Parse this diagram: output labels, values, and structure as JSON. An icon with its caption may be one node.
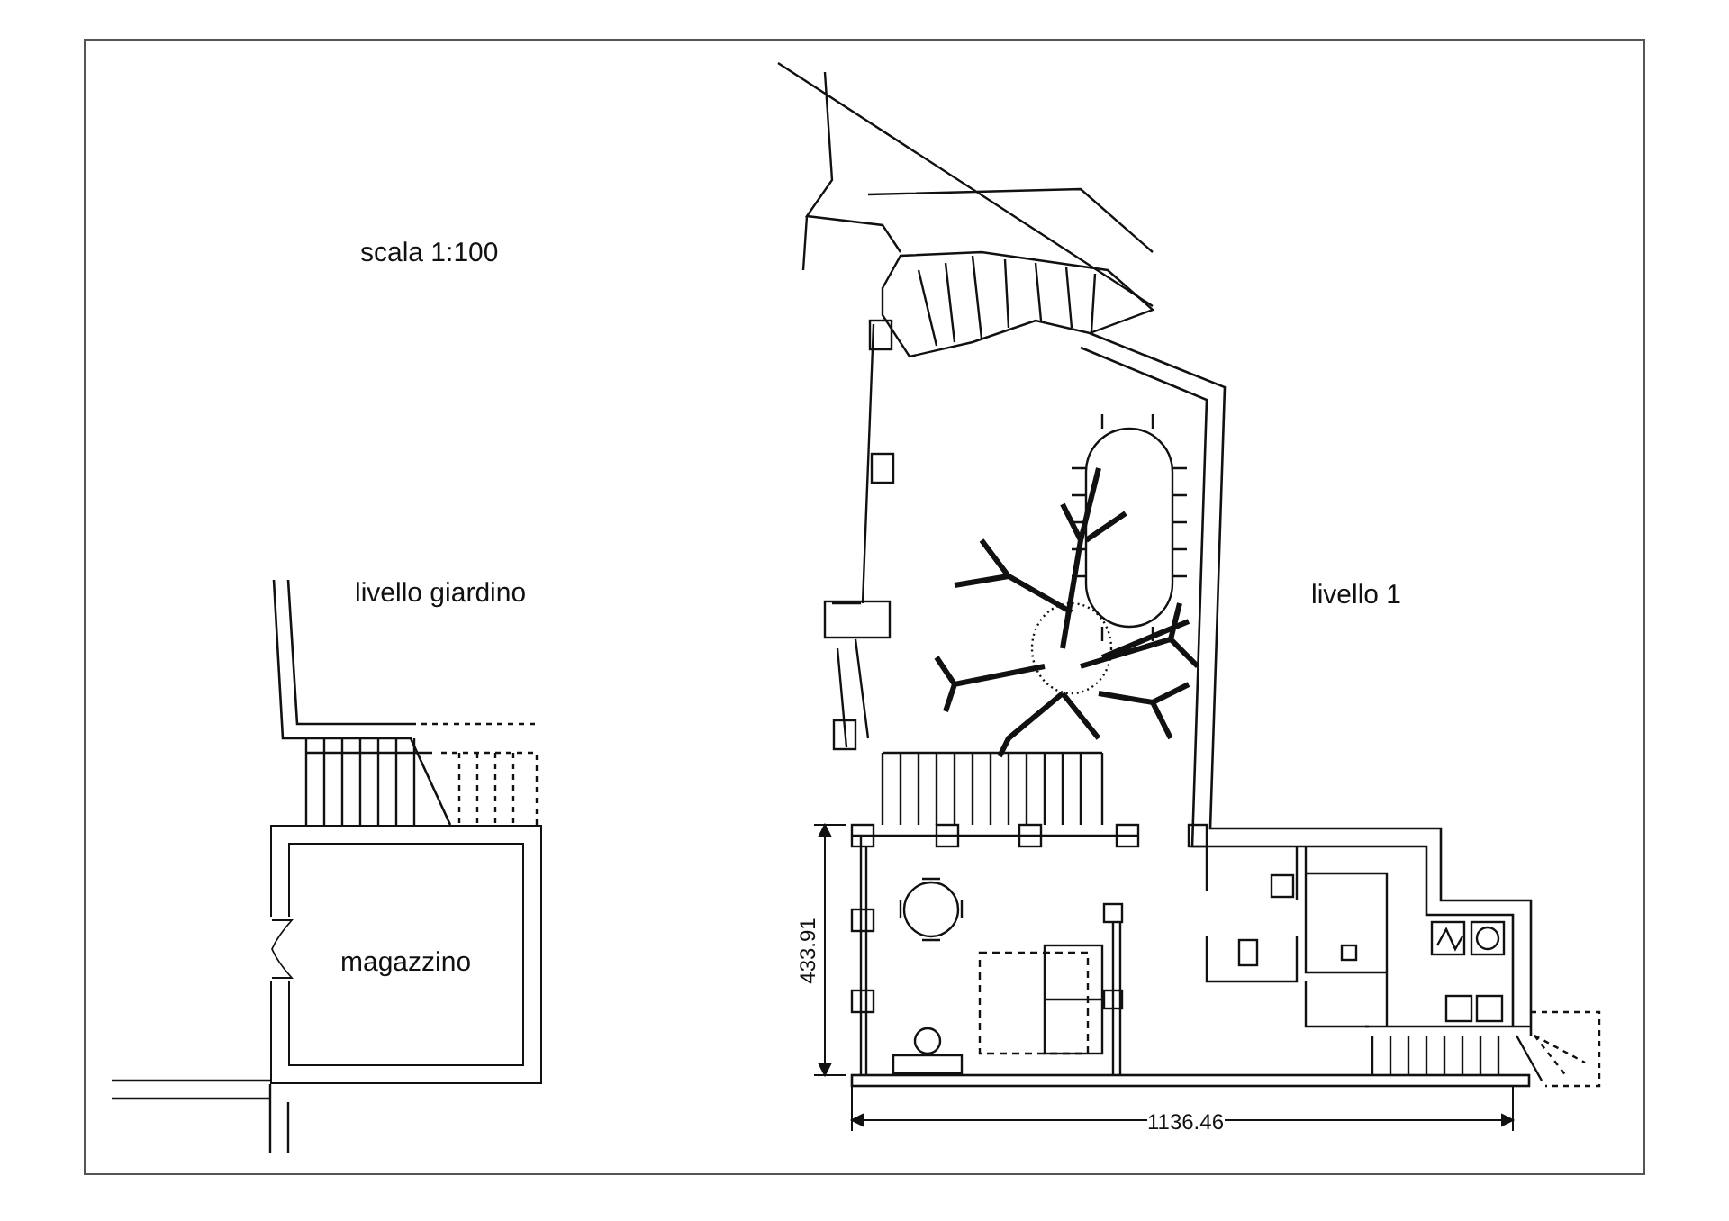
{
  "diagram": {
    "nodes": [
      {
        "text": [
          "magazzino"
        ]
      }
    ],
    "labels": [
      "scala 1:100",
      "livello giardino",
      "livello 1",
      "433.91",
      "1136.46"
    ]
  }
}
